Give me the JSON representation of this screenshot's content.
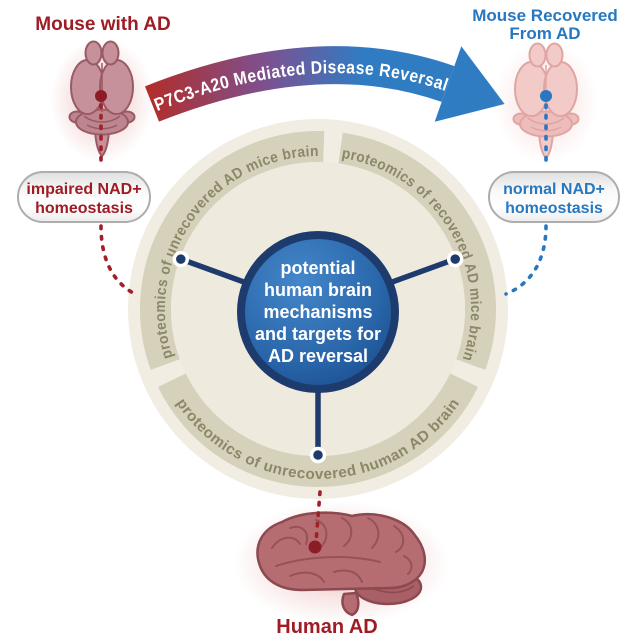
{
  "titles": {
    "mouse_ad": "Mouse with AD",
    "mouse_recovered_line1": "Mouse Recovered",
    "mouse_recovered_line2": "From AD",
    "human_ad": "Human AD"
  },
  "arrow": {
    "label": "P7C3-A20 Mediated Disease Reversal"
  },
  "pills": {
    "left": {
      "line1": "impaired NAD+",
      "line2": "homeostasis"
    },
    "right": {
      "line1": "normal NAD+",
      "line2": "homeostasis"
    }
  },
  "ring": {
    "segments": [
      {
        "label": "proteomics of unrecovered AD mice brain"
      },
      {
        "label": "proteomics of recovered AD mice brain"
      },
      {
        "label": "proteomics of unrecovered human AD brain"
      }
    ]
  },
  "center": {
    "lines": [
      "potential",
      "human brain",
      "mechanisms",
      "and targets for",
      "AD reversal"
    ]
  },
  "colors": {
    "dark_red": "#9e1c24",
    "blue": "#2778c0",
    "navy": "#1d3b6c",
    "center_blue": "#2a67ab",
    "ring_band": "#d6d1bb",
    "ring_text": "#8a8868",
    "disc_cream": "#f1ede3",
    "arrow_red": "#b12e2c",
    "arrow_purple": "#7c5191",
    "arrow_blue": "#2f7cc3",
    "pill_border": "#adadad"
  }
}
